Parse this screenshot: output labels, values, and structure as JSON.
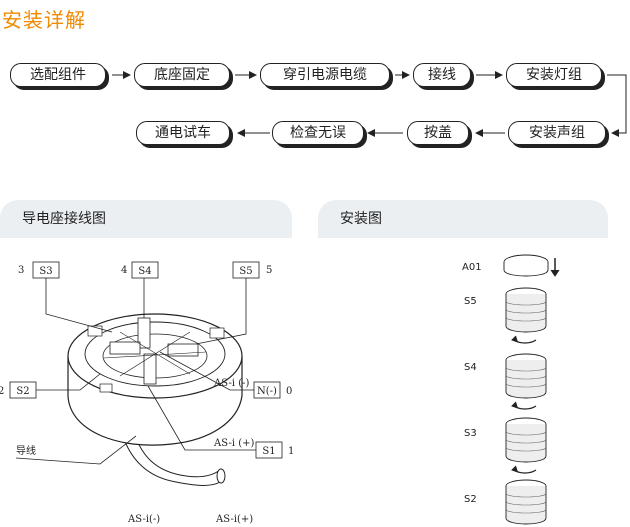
{
  "title": "安装详解",
  "flow": {
    "row1": [
      "选配组件",
      "底座固定",
      "穿引电源电缆",
      "接线",
      "安装灯组"
    ],
    "row2": [
      "安装声组",
      "按盖",
      "检查无误",
      "通电试车"
    ]
  },
  "panels": {
    "wiring_title": "导电座接线图",
    "install_title": "安装图"
  },
  "wiring": {
    "terminals": [
      {
        "num": "3",
        "code": "S3"
      },
      {
        "num": "4",
        "code": "S4"
      },
      {
        "num": "5",
        "code": "S5"
      },
      {
        "num": "2",
        "code": "S2"
      },
      {
        "num": "0",
        "code": "N(-)"
      },
      {
        "num": "1",
        "code": "S1"
      }
    ],
    "asi_minus": "AS-i (-)",
    "asi_plus": "AS-i (+)",
    "lead": "导线",
    "bottom_minus": "AS-i(-)",
    "bottom_plus": "AS-i(+)"
  },
  "install": {
    "labels": [
      "A01",
      "S5",
      "S4",
      "S3",
      "S2"
    ]
  }
}
